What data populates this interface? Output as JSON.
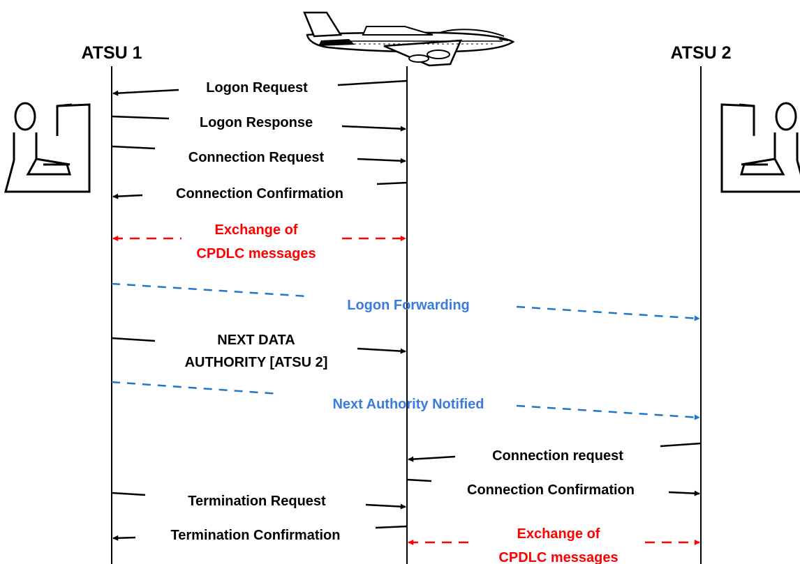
{
  "actors": {
    "atsu1": "ATSU 1",
    "atsu2": "ATSU 2"
  },
  "icons": {
    "aircraft": "aircraft-icon",
    "controller_left": "controller-workstation-icon",
    "controller_right": "controller-workstation-icon"
  },
  "colors": {
    "black": "#000000",
    "red": "#ff0000",
    "blue": "#3a7be0",
    "blue_dash": "#1f77c9"
  },
  "messages": {
    "logon_request": "Logon Request",
    "logon_response": "Logon Response",
    "connection_request": "Connection Request",
    "connection_confirmation_1": "Connection Confirmation",
    "exchange_1_line1": "Exchange of",
    "exchange_1_line2": "CPDLC messages",
    "logon_forwarding": "Logon Forwarding",
    "nda_line1": "NEXT DATA",
    "nda_line2": "AUTHORITY [ATSU 2]",
    "next_authority_notified": "Next Authority Notified",
    "connection_request_2": "Connection request",
    "connection_confirmation_2": "Connection Confirmation",
    "termination_request": "Termination Request",
    "termination_confirmation": "Termination Confirmation",
    "exchange_2_line1": "Exchange of",
    "exchange_2_line2": "CPDLC messages"
  }
}
